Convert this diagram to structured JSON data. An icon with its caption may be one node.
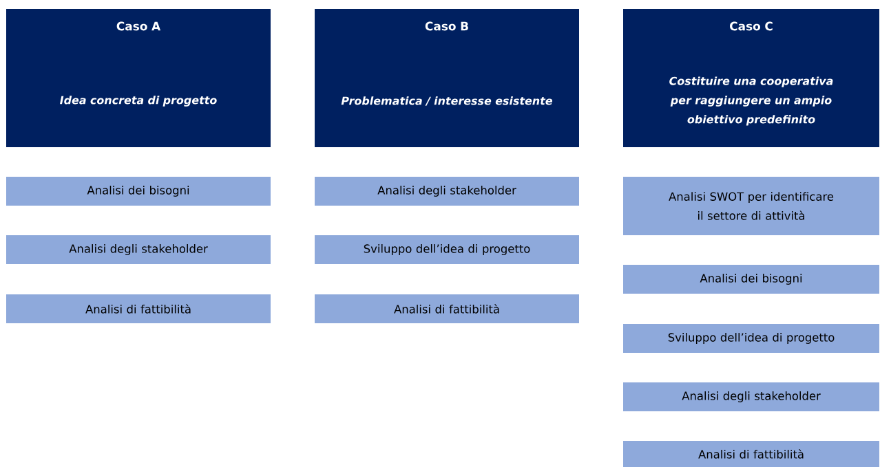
{
  "diagram": {
    "nodes": [
      {
        "text": [
          "Caso A",
          "Idea concreta di progetto"
        ]
      },
      {
        "text": [
          "Analisi dei bisogni"
        ]
      },
      {
        "text": [
          "Analisi degli stakeholder"
        ]
      },
      {
        "text": [
          "Analisi di fattibilità"
        ]
      },
      {
        "text": [
          "Caso B",
          "Problematica / interesse esistente"
        ]
      },
      {
        "text": [
          "Analisi degli stakeholder"
        ]
      },
      {
        "text": [
          "Sviluppo dell’idea di progetto"
        ]
      },
      {
        "text": [
          "Analisi di fattibilità"
        ]
      },
      {
        "text": [
          "Caso C",
          "Costituire una cooperativa per raggiungere un ampio obiettivo predefinito"
        ]
      },
      {
        "text": [
          "Analisi SWOT per identificare il settore di attività"
        ]
      },
      {
        "text": [
          "Analisi dei bisogni"
        ]
      },
      {
        "text": [
          "Sviluppo dell’idea di progetto"
        ]
      },
      {
        "text": [
          "Analisi degli stakeholder"
        ]
      },
      {
        "text": [
          "Analisi di fattibilità"
        ]
      }
    ]
  }
}
